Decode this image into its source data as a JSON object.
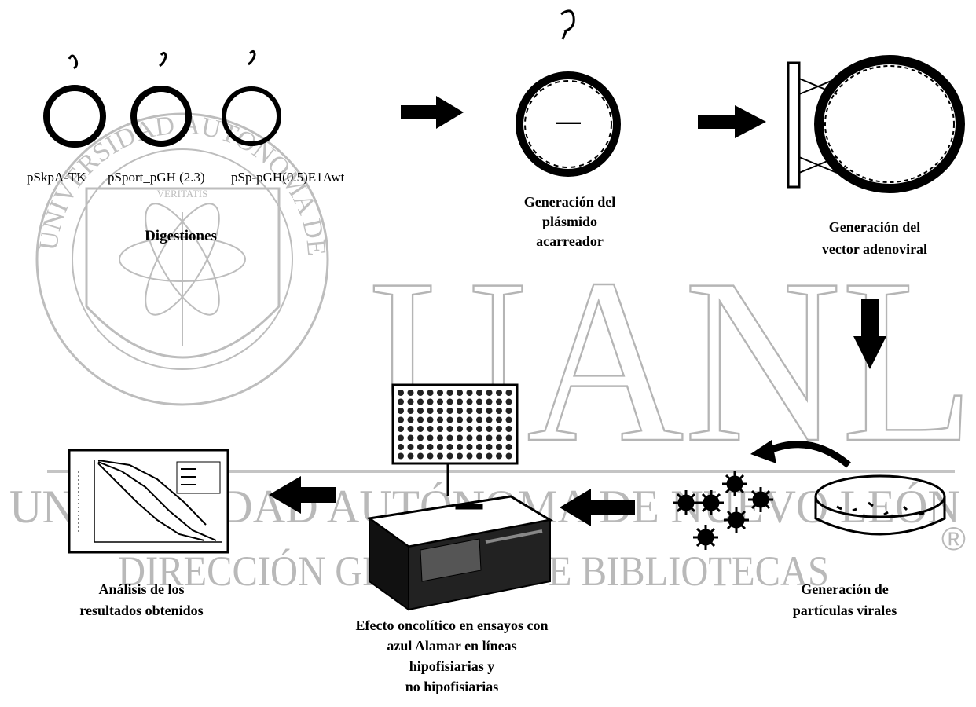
{
  "watermark": {
    "big_letters": "UANL",
    "line1": "UNIVERSIDAD AUTÓNOMA DE NUEVO LEÓN",
    "line2": "DIRECCIÓN GENERAL DE BIBLIOTECAS",
    "registered": "®",
    "seal_ring": "UNIVERSIDAD AUTONOMA DE NUEVO LEON",
    "seal_motto": "VERITATIS"
  },
  "plasmids": [
    "pSkpA-TK",
    "pSport_pGH (2.3)",
    "pSp-pGH(0.5)E1Awt"
  ],
  "steps": {
    "digestiones": "Digestiones",
    "plasmido_line1": "Generación del",
    "plasmido_line2": "plásmido",
    "plasmido_line3": "acarreador",
    "vector_line1": "Generación del",
    "vector_line2": "vector adenoviral",
    "particulas_line1": "Generación de",
    "particulas_line2": "partículas virales",
    "efecto_line1": "Efecto oncolítico en ensayos con",
    "efecto_line2": "azul Alamar en líneas",
    "efecto_line3": "hipofisiarias y",
    "efecto_line4": "no hipofisiarias",
    "analisis_line1": "Análisis de los",
    "analisis_line2": "resultados obtenidos"
  },
  "colors": {
    "watermark": "#b9b9b9",
    "ink": "#000000"
  }
}
